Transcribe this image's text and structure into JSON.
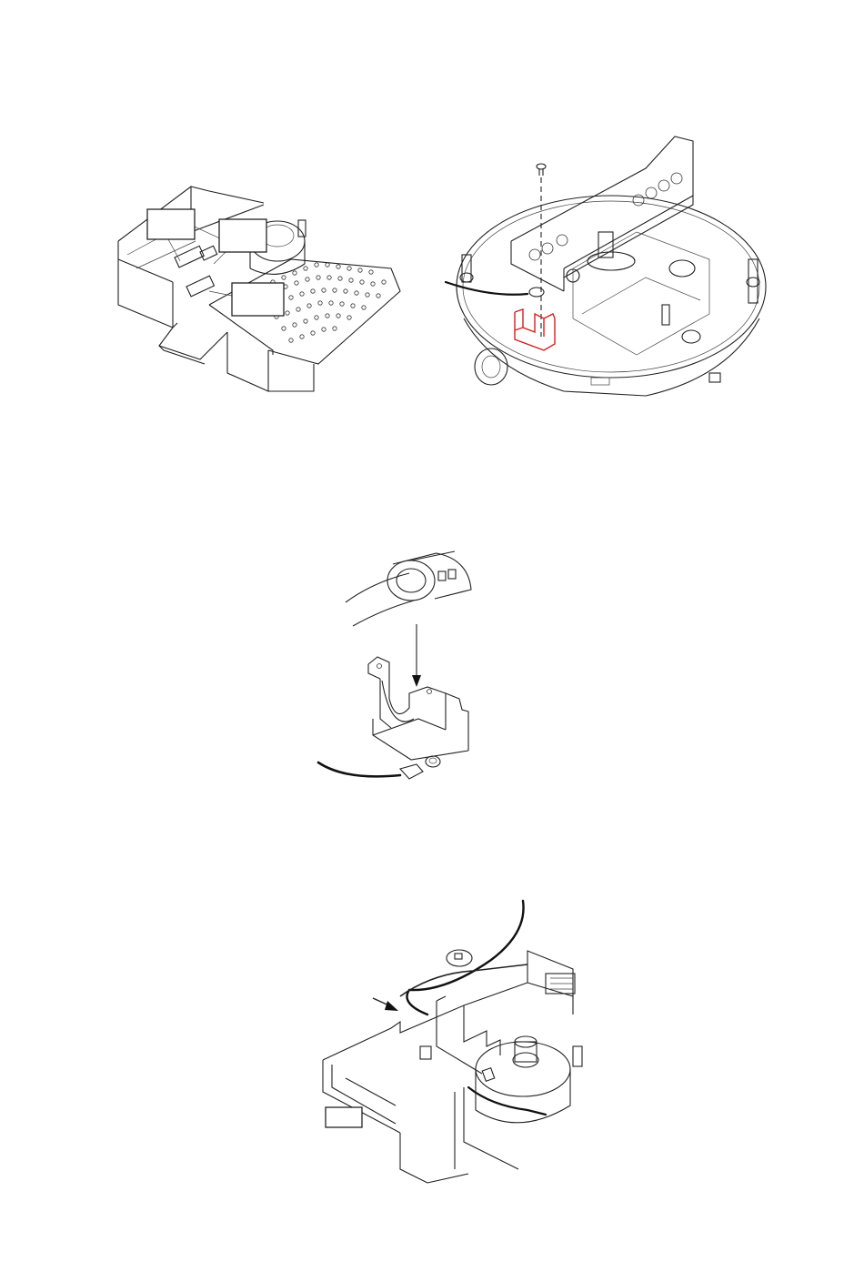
{
  "document": {
    "figures": [
      {
        "id": "fig-1",
        "description_hidden": true
      },
      {
        "id": "fig-2"
      },
      {
        "id": "fig-3"
      },
      {
        "id": "fig-4"
      }
    ],
    "callout_boxes": [
      "",
      "",
      "",
      ""
    ],
    "colors": {
      "line": "#222222",
      "highlight": "#d42020",
      "background": "#ffffff"
    }
  }
}
